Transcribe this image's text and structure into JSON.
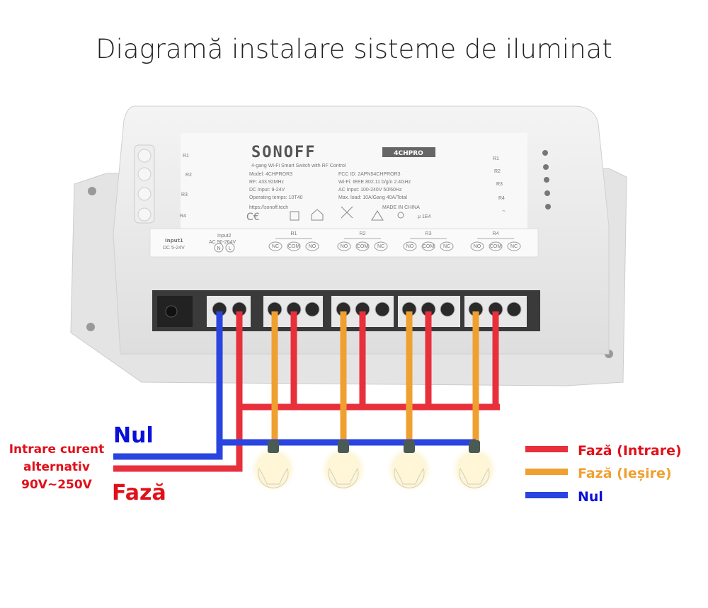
{
  "title": "Diagramă instalare sisteme de iluminat",
  "device": {
    "brand": "SONOFF",
    "model_badge": "4CHPRO",
    "subtitle": "4-gang Wi-Fi Smart Switch with RF Control",
    "specs_left": [
      "Model: 4CHPROR3",
      "RF: 433.92MHz",
      "DC Input: 9-24V",
      "Operating temps: 10T40"
    ],
    "specs_right": [
      "FCC ID: 2APN54CHPROR3",
      "Wi-Fi: IEEE 802.11 b/g/n 2.4GHz",
      "AC Input: 100-240V 50/60Hz",
      "Max. load: 10A/Gang 40A/Total"
    ],
    "url": "https://sonoff.tech",
    "made_in": "MADE IN CHINA",
    "cert_text": "μ 1E4",
    "left_buttons": [
      "R1",
      "R2",
      "R3",
      "R4"
    ],
    "right_leds": [
      "R1",
      "R2",
      "R3",
      "R4"
    ],
    "input1": {
      "label": "Input1",
      "sub": "DC 5-24V"
    },
    "input2": {
      "label": "Input2",
      "sub": "AC 90-264V",
      "terminals": [
        "N",
        "L"
      ]
    },
    "relays": [
      {
        "name": "R1",
        "terminals": [
          "NC",
          "COM",
          "NO"
        ]
      },
      {
        "name": "R2",
        "terminals": [
          "NO",
          "COM",
          "NC"
        ]
      },
      {
        "name": "R3",
        "terminals": [
          "NO",
          "COM",
          "NC"
        ]
      },
      {
        "name": "R4",
        "terminals": [
          "NO",
          "COM",
          "NC"
        ]
      }
    ]
  },
  "input_label": {
    "lines": [
      "Intrare curent",
      "alternativ",
      "90V~250V"
    ],
    "nul": "Nul",
    "faza": "Fază"
  },
  "legend": [
    {
      "label": "Fază (Intrare)",
      "color": "#e8303c"
    },
    {
      "label": "Fază (Ieșire)",
      "color": "#f0a030"
    },
    {
      "label": "Nul",
      "color": "#2a44e0"
    }
  ],
  "colors": {
    "red": "#e8303c",
    "orange": "#f0a030",
    "blue": "#2a44e0",
    "text_red": "#e0101a",
    "text_blue": "#0a10d8"
  }
}
